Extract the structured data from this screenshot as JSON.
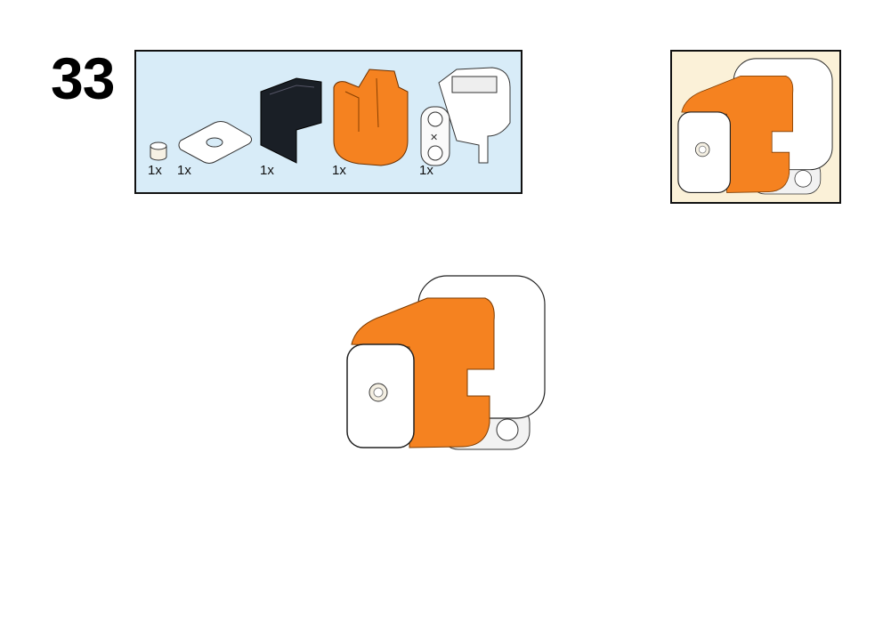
{
  "step": {
    "number": "33"
  },
  "parts_list": {
    "items": [
      {
        "name": "round-plate",
        "quantity": "1x"
      },
      {
        "name": "square-plate-with-hole",
        "quantity": "1x"
      },
      {
        "name": "black-bracket",
        "quantity": "1x"
      },
      {
        "name": "orange-sleeve",
        "quantity": "1x"
      },
      {
        "name": "white-housing-with-beam",
        "quantity": "1x"
      }
    ]
  },
  "colors": {
    "orange": "#f58220",
    "parts_bg": "#d8ecf8",
    "preview_bg": "#fbf1d8",
    "black_part": "#1a1f26"
  }
}
